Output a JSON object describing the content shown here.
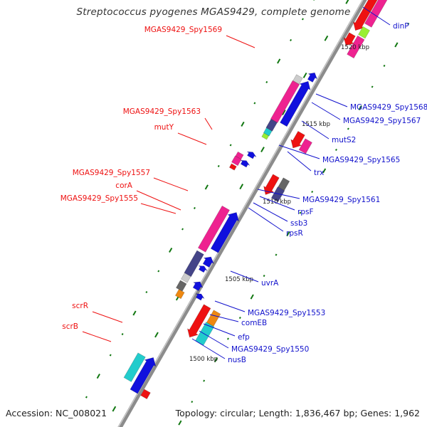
{
  "title": "Streptococcus pyogenes MGAS9429, complete genome",
  "footer": {
    "accession": "Accession: NC_008021",
    "summary": "Topology: circular; Length: 1,836,467 bp; Genes: 1,962"
  },
  "colors": {
    "backbone": "#8c8c8c",
    "forward_label": "#ee1111",
    "reverse_label": "#1111cc",
    "tick": "#117711",
    "red_gene": "#ee1111",
    "blue_gene": "#1010dd",
    "pink_gene": "#ee2290",
    "cyan_gene": "#22cccc",
    "orange_gene": "#ee8811",
    "slate_gene": "#444488",
    "gray_gene": "#666666",
    "light_gene": "#cccccc",
    "lime_gene": "#99ee33"
  },
  "kbp_labels": [
    {
      "text": "1520 kbp"
    },
    {
      "text": "1515 kbp"
    },
    {
      "text": "1510 kbp"
    },
    {
      "text": "1505 kbp"
    },
    {
      "text": "1500 kbp"
    }
  ],
  "gene_labels_left": [
    {
      "text": "MGAS9429_Spy1569"
    },
    {
      "text": "MGAS9429_Spy1563"
    },
    {
      "text": "mutY"
    },
    {
      "text": "MGAS9429_Spy1557"
    },
    {
      "text": "corA"
    },
    {
      "text": "MGAS9429_Spy1555"
    },
    {
      "text": "scrR"
    },
    {
      "text": "scrB"
    }
  ],
  "gene_labels_right": [
    {
      "text": "dinP"
    },
    {
      "text": "MGAS9429_Spy1568"
    },
    {
      "text": "MGAS9429_Spy1567"
    },
    {
      "text": "mutS2"
    },
    {
      "text": "MGAS9429_Spy1565"
    },
    {
      "text": "trx"
    },
    {
      "text": "MGAS9429_Spy1561"
    },
    {
      "text": "rpsF"
    },
    {
      "text": "ssb3"
    },
    {
      "text": "rpsR"
    },
    {
      "text": "uvrA"
    },
    {
      "text": "MGAS9429_Spy1553"
    },
    {
      "text": "comEB"
    },
    {
      "text": "efp"
    },
    {
      "text": "MGAS9429_Spy1550"
    },
    {
      "text": "nusB"
    }
  ]
}
